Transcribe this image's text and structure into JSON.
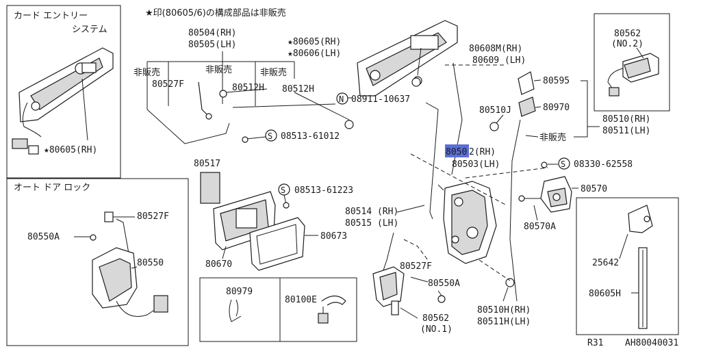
{
  "header_note": "★印(80605/6)の構成部品は非販売",
  "insets": {
    "card_entry_title_1": "カード エントリー",
    "card_entry_title_2": "システム",
    "card_entry_part": "★80605(RH)",
    "auto_lock_title": "オート ドア ロック",
    "auto_lock_parts": [
      "80527F",
      "80550A",
      "80550"
    ],
    "no2_parts": [
      "80562",
      "(NO.2)"
    ],
    "lower_right_parts": [
      "25642",
      "80605H"
    ],
    "bottom_parts": [
      "80979",
      "80100E"
    ]
  },
  "not_for_sale": "非販売",
  "labels": {
    "p80504": "80504(RH)",
    "p80505": "80505(LH)",
    "p80605": "★80605(RH)",
    "p80606": "★80606(LH)",
    "p80608M": "80608M(RH)",
    "p80609": "80609 (LH)",
    "p80527F_top": "80527F",
    "p80512H_a": "80512H",
    "p80512H_b": "80512H",
    "p08911": "08911-10637",
    "p08513a": "08513-61012",
    "p80510J": "80510J",
    "p80595": "80595",
    "p80970": "80970",
    "p80510": "80510(RH)",
    "p80511": "80511(LH)",
    "p80502a": "8050",
    "p80502b": "2(RH)",
    "p80503": "80503(LH)",
    "p08330": "08330-62558",
    "p80517": "80517",
    "p08513b": "08513-61223",
    "p80570": "80570",
    "p80570A": "80570A",
    "p80514": "80514 (RH)",
    "p80515": "80515 (LH)",
    "p80673": "80673",
    "p80670": "80670",
    "p80527F_mid": "80527F",
    "p80550A_mid": "80550A",
    "p80510H": "80510H(RH)",
    "p80511H": "80511H(LH)",
    "p80562_1a": "80562",
    "p80562_1b": "(NO.1)"
  },
  "circle_marks": {
    "n": "N",
    "s": "S"
  },
  "footer": {
    "model": "R31",
    "code": "AH80040031"
  }
}
